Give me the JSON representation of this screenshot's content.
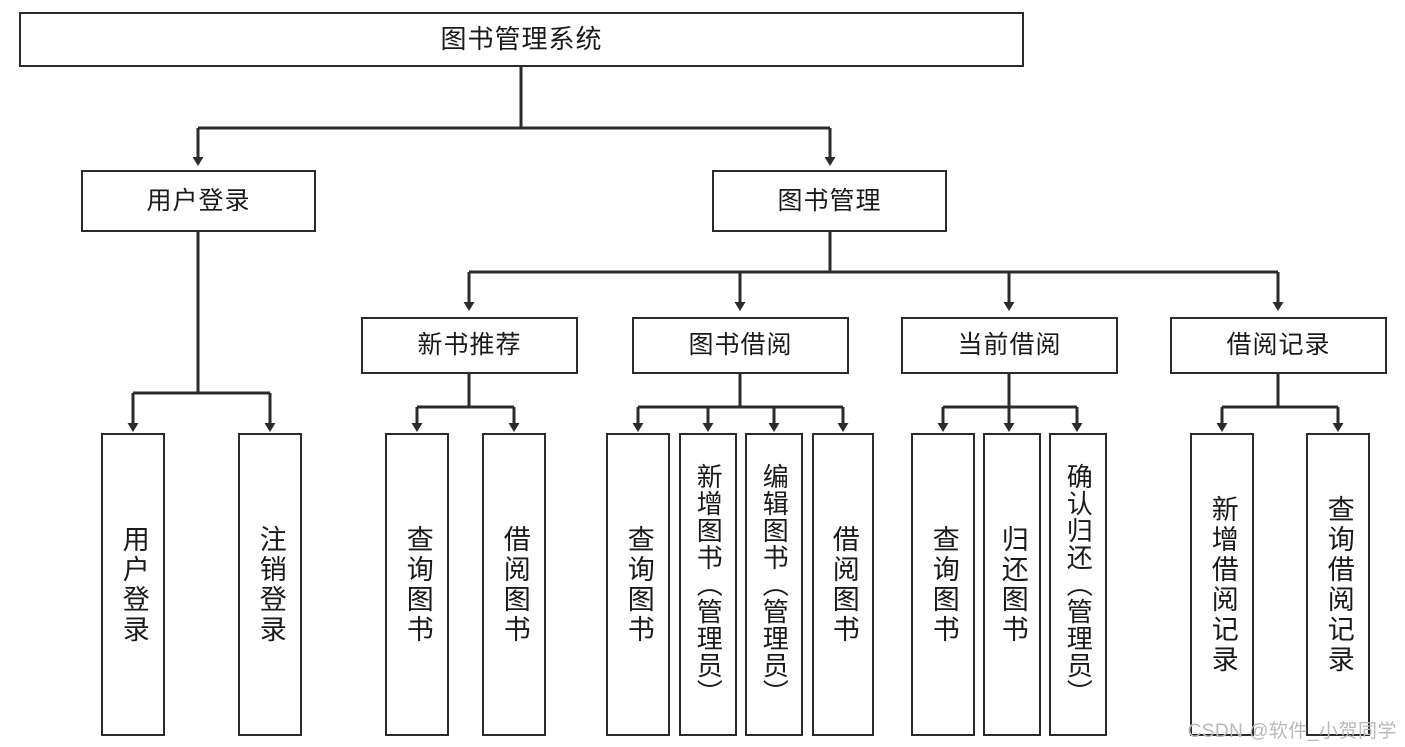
{
  "diagram": {
    "title": "图书管理系统",
    "watermark": "CSDN @软件_小贺同学",
    "colors": {
      "box_border": "#2b2b2b",
      "box_fill": "#ffffff",
      "connector": "#2b2b2b",
      "text": "#1a1a1a",
      "watermark": "#b9b9b9",
      "background": "#ffffff"
    },
    "root": {
      "label": "图书管理系统"
    },
    "level2": [
      {
        "label": "用户登录"
      },
      {
        "label": "图书管理"
      }
    ],
    "level3": [
      {
        "label": "新书推荐"
      },
      {
        "label": "图书借阅"
      },
      {
        "label": "当前借阅"
      },
      {
        "label": "借阅记录"
      }
    ],
    "leaves": {
      "user_login": [
        {
          "label": "用户登录"
        },
        {
          "label": "注销登录"
        }
      ],
      "new_book": [
        {
          "label": "查询图书"
        },
        {
          "label": "借阅图书"
        }
      ],
      "borrow_book": [
        {
          "label": "查询图书"
        },
        {
          "label": "新增图书（管理员）"
        },
        {
          "label": "编辑图书（管理员）"
        },
        {
          "label": "借阅图书"
        }
      ],
      "current_borrow": [
        {
          "label": "查询图书"
        },
        {
          "label": "归还图书"
        },
        {
          "label": "确认归还（管理员）"
        }
      ],
      "borrow_record": [
        {
          "label": "新增借阅记录"
        },
        {
          "label": "查询借阅记录"
        }
      ]
    }
  }
}
